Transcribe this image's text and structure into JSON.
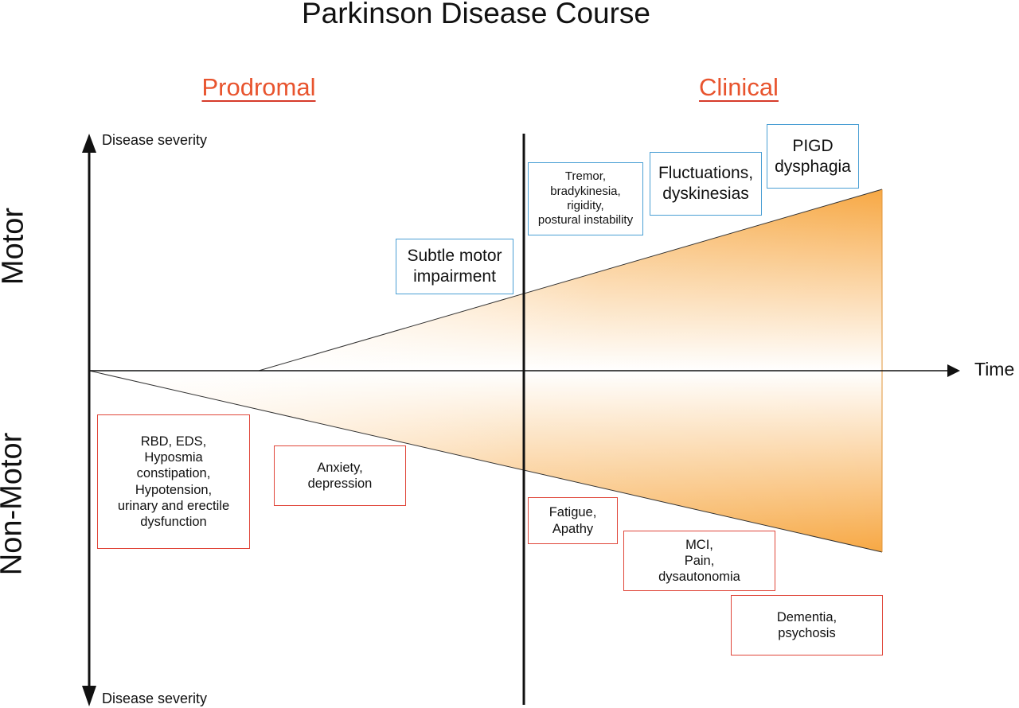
{
  "title": "Parkinson Disease Course",
  "phases": {
    "prodromal": "Prodromal",
    "clinical": "Clinical"
  },
  "side_labels": {
    "motor": "Motor",
    "non_motor": "Non-Motor"
  },
  "axes": {
    "severity_top": "Disease severity",
    "severity_bottom": "Disease severity",
    "time": "Time"
  },
  "colors": {
    "motor_box_border": "#4a9fd4",
    "non_motor_box_border": "#e0463a",
    "phase_label": "#e8542e",
    "gradient_strong": "#f7a844",
    "gradient_light": "#ffffff"
  },
  "motor_boxes": [
    "Subtle motor\nimpairment",
    "Tremor,\nbradykinesia,\nrigidity,\npostural instability",
    "Fluctuations,\ndyskinesias",
    "PIGD\ndysphagia"
  ],
  "non_motor_boxes": [
    "RBD, EDS,\nHyposmia\nconstipation,\nHypotension,\nurinary and erectile\ndysfunction",
    "Anxiety,\ndepression",
    "Fatigue,\nApathy",
    "MCI,\nPain,\ndysautonomia",
    "Dementia,\npsychosis"
  ]
}
